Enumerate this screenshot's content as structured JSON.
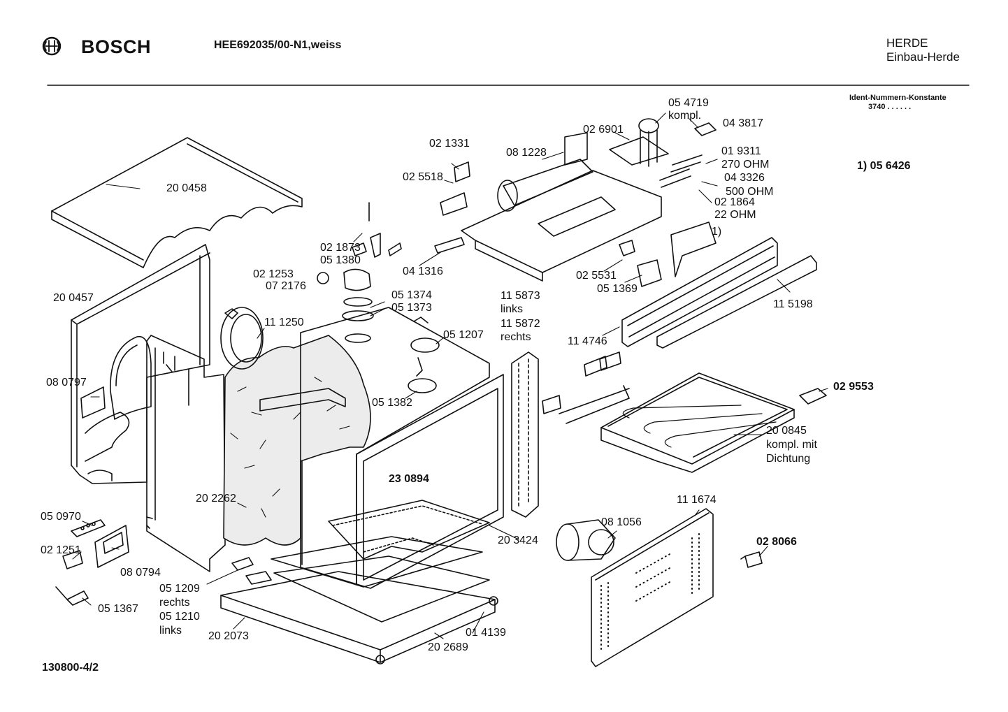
{
  "header": {
    "brand": "BOSCH",
    "model": "HEE692035/00-N1,weiss",
    "category_line1": "HERDE",
    "category_line2": "Einbau-Herde",
    "ident_label": "Ident-Nummern-Konstante",
    "ident_value": "3740  . .   . . . ."
  },
  "footnote": "1)  05 6426",
  "footer": {
    "drawing_number": "130800-4/2"
  },
  "parts": {
    "p200458": "20 0458",
    "p200457": "20 0457",
    "p080797": "08 0797",
    "p202262": "20 2262",
    "p050970": "05 0970",
    "p021251": "02 1251",
    "p080794": "08 0794",
    "p051367": "05 1367",
    "p051209": "05 1209",
    "rechts": "rechts",
    "p051210": "05 1210",
    "links": "links",
    "p202073": "20 2073",
    "p202689": "20 2689",
    "p014139": "01 4139",
    "p203424": "20 3424",
    "p230894": "23 0894",
    "p111250": "11 1250",
    "p021253": "02 1253",
    "p072176": "07 2176",
    "p021873": "02 1873",
    "p051380": "05 1380",
    "p051374": "05 1374",
    "p051373": "05 1373",
    "p051207": "05 1207",
    "p051382": "05 1382",
    "p021331": "02 1331",
    "p025518": "02 5518",
    "p041316": "04 1316",
    "p081228": "08 1228",
    "p026901": "02 6901",
    "p054719": "05 4719",
    "kompl": "kompl.",
    "p043817": "04 3817",
    "p019311": "01 9311",
    "ohm270": "270 OHM",
    "p043326": "04 3326",
    "ohm500": "500 OHM",
    "p021864": "02 1864",
    "ohm22": "22 OHM",
    "fn1": "1)",
    "p025531": "02 5531",
    "p051369": "05 1369",
    "p115873": "11 5873",
    "links2": "links",
    "p115872": "11 5872",
    "rechts2": "rechts",
    "p115198": "11 5198",
    "p114746": "11 4746",
    "p029553": "02 9553",
    "p200845": "20 0845",
    "komplmit": "kompl. mit",
    "dichtung": "Dichtung",
    "p111674": "11 1674",
    "p081056": "08 1056",
    "p028066": "02 8066"
  },
  "colors": {
    "ink": "#111111",
    "insulation_fill": "#ececec"
  }
}
